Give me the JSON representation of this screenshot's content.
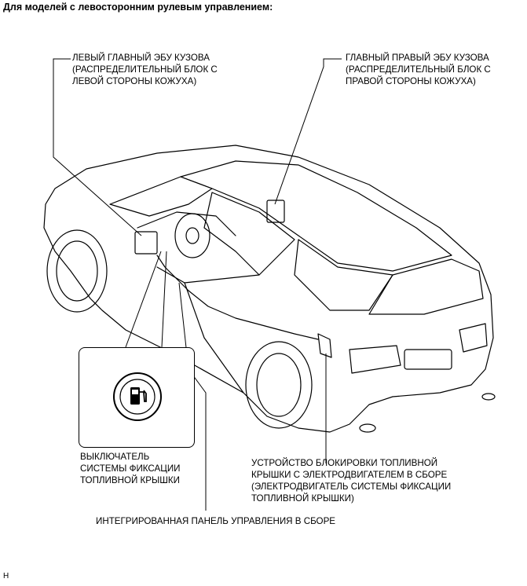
{
  "heading": "Для моделей с левосторонним рулевым управлением:",
  "labels": {
    "left_ecu": "ЛЕВЫЙ ГЛАВНЫЙ ЭБУ КУЗОВА\n(РАСПРЕДЕЛИТЕЛЬНЫЙ БЛОК С\nЛЕВОЙ СТОРОНЫ КОЖУХА)",
    "right_ecu": "ГЛАВНЫЙ ПРАВЫЙ ЭБУ КУЗОВА\n(РАСПРЕДЕЛИТЕЛЬНЫЙ БЛОК С\nПРАВОЙ СТОРОНЫ КОЖУХА)",
    "switch": "ВЫКЛЮЧАТЕЛЬ\nСИСТЕМЫ ФИКСАЦИИ\nТОПЛИВНОЙ КРЫШКИ",
    "lock_assembly": "УСТРОЙСТВО БЛОКИРОВКИ ТОПЛИВНОЙ\nКРЫШКИ С ЭЛЕКТРОДВИГАТЕЛЕМ В СБОРЕ\n(ЭЛЕКТРОДВИГАТЕЛЬ СИСТЕМЫ ФИКСАЦИИ\nТОПЛИВНОЙ КРЫШКИ)",
    "panel": "ИНТЕГРИРОВАННАЯ ПАНЕЛЬ УПРАВЛЕНИЯ В СБОРЕ"
  },
  "footer": "H",
  "icons": [
    "fuel-pump-icon"
  ]
}
